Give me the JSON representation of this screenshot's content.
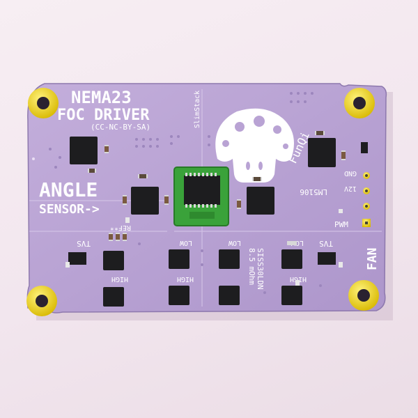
{
  "board": {
    "title_line1": "NEMA23",
    "title_line2": "FOC DRIVER",
    "license": "(CC-NC-BY-SA)",
    "angle": "ANGLE",
    "sensor": "SENSOR->",
    "slimstack": "SlimStack",
    "brand": "FunQi",
    "regulator": "LM5106",
    "ref": "REF**",
    "mosfet_part": "SISS30LDN",
    "mosfet_rds": "8.5 mOhm",
    "fan": "FAN",
    "pins": {
      "gnd": "GND",
      "v12": "12V",
      "pwm": "PWM"
    },
    "tvs_left": "TVS",
    "tvs_right": "TVS",
    "low_labels": [
      "LOW",
      "LOW",
      "LOW"
    ],
    "high_labels": [
      "HIGH",
      "HIGH",
      "HIGH"
    ]
  },
  "colors": {
    "pcb": "#b9a3d4",
    "silkscreen": "#ffffff",
    "pads": "#f0d000",
    "chip": "#1d1d1f",
    "sensor_board": "#3aa23a"
  }
}
